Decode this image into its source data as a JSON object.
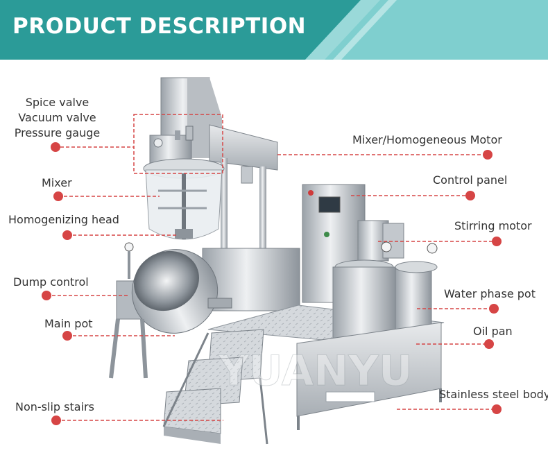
{
  "header": {
    "title": "PRODUCT DESCRIPTION"
  },
  "colors": {
    "banner": "#2b9b98",
    "banner_light": "#7fcfcf",
    "accent": "#d64545",
    "steel": "#c9ced3"
  },
  "watermark": "YUANYU",
  "labels": {
    "spice_valve": "Spice valve",
    "vacuum_valve": "Vacuum valve",
    "pressure_gauge": "Pressure gauge",
    "mixer": "Mixer",
    "homogenizing_head": "Homogenizing head",
    "dump_control": "Dump control",
    "main_pot": "Main pot",
    "non_slip_stairs": "Non-slip stairs",
    "motor": "Mixer/Homogeneous Motor",
    "control_panel": "Control panel",
    "stirring_motor": "Stirring motor",
    "water_phase_pot": "Water phase pot",
    "oil_pan": "Oil pan",
    "body": "Stainless steel body"
  }
}
